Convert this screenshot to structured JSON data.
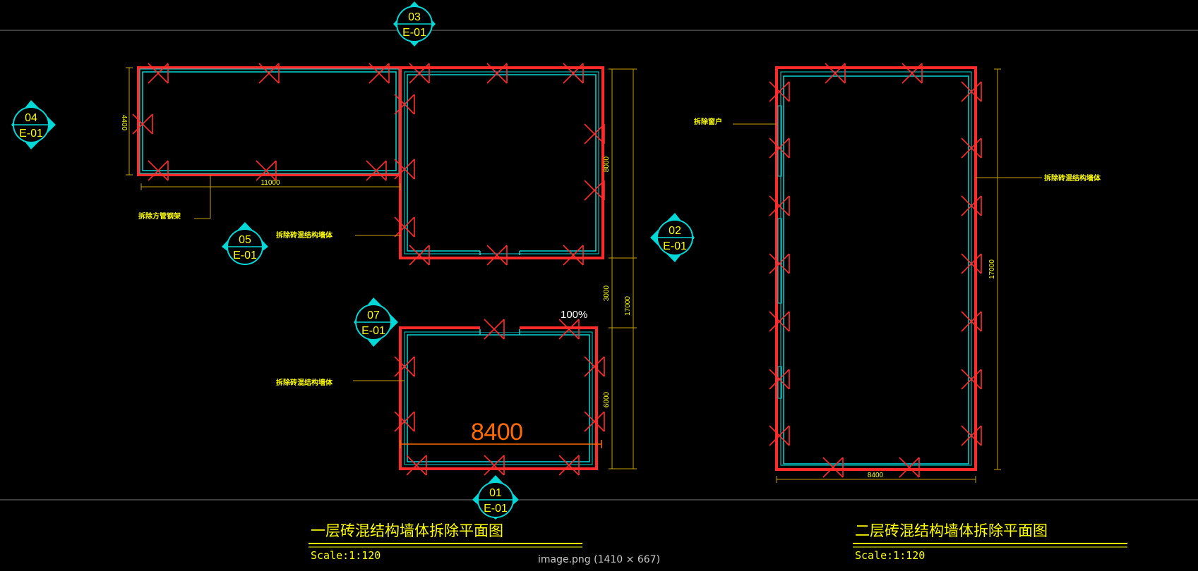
{
  "viewer": {
    "caption": "image.png (1410 × 667)",
    "zoom": "100%"
  },
  "colors": {
    "background": "#000000",
    "wall_demolish": "#ff2a2a",
    "wall_inner": "#00d8d8",
    "dimension": "#c8a000",
    "text_yellow": "#ffff00",
    "orange_dim": "#ff6a00",
    "caption": "#c8c8c8"
  },
  "markers": [
    {
      "id": "m03",
      "num": "03",
      "ref": "E-01"
    },
    {
      "id": "m04",
      "num": "04",
      "ref": "E-01"
    },
    {
      "id": "m05",
      "num": "05",
      "ref": "E-01"
    },
    {
      "id": "m02",
      "num": "02",
      "ref": "E-01"
    },
    {
      "id": "m07",
      "num": "07",
      "ref": "E-01"
    },
    {
      "id": "m01",
      "num": "01",
      "ref": "E-01"
    }
  ],
  "dimensions": {
    "room_a_height": "4400",
    "room_a_width": "11000",
    "room_b_height": "8000",
    "gap": "3000",
    "room_c_height": "6000",
    "total_height": "17000",
    "room_c_width": "8400",
    "plan2_height": "17000",
    "plan2_width": "8400"
  },
  "annotations": {
    "left_a": "拆除方管钢架",
    "left_b": "拆除砖混结构墙体",
    "left_c": "拆除砖混结构墙体",
    "right_window": "拆除窗户",
    "right_wall": "拆除砖混结构墙体"
  },
  "titles": {
    "floor1": "一层砖混结构墙体拆除平面图",
    "floor1_scale": "Scale:1:120",
    "floor2": "二层砖混结构墙体拆除平面图",
    "floor2_scale": "Scale:1:120"
  }
}
